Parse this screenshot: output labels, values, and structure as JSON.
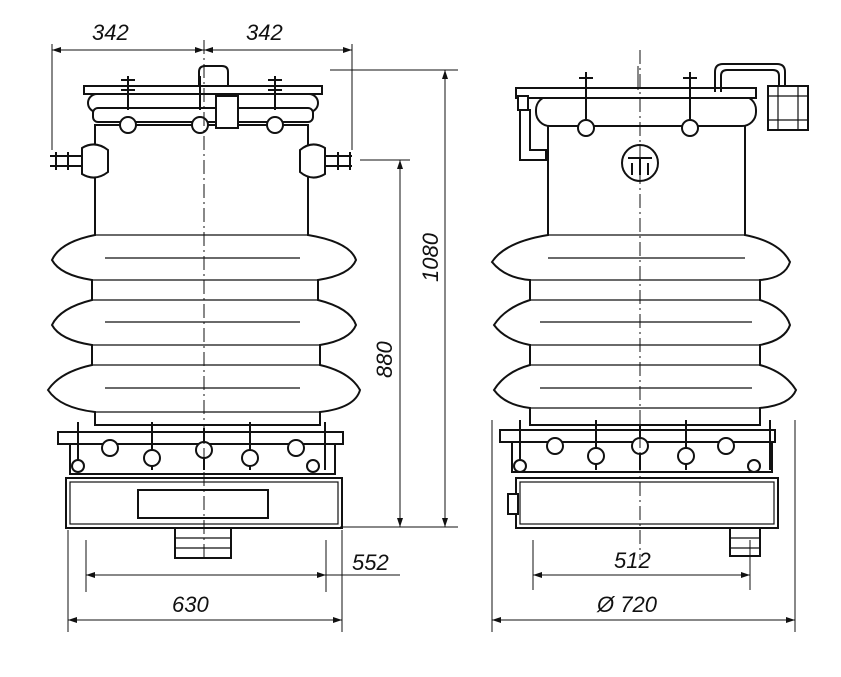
{
  "drawing": {
    "left_view": {
      "dim_top_left": "342",
      "dim_top_right": "342",
      "dim_height_total": "1080",
      "dim_height_body": "880",
      "dim_base_inner": "552",
      "dim_base_outer": "630"
    },
    "right_view": {
      "dim_base_inner": "512",
      "dim_base_outer": "Ø 720"
    }
  }
}
